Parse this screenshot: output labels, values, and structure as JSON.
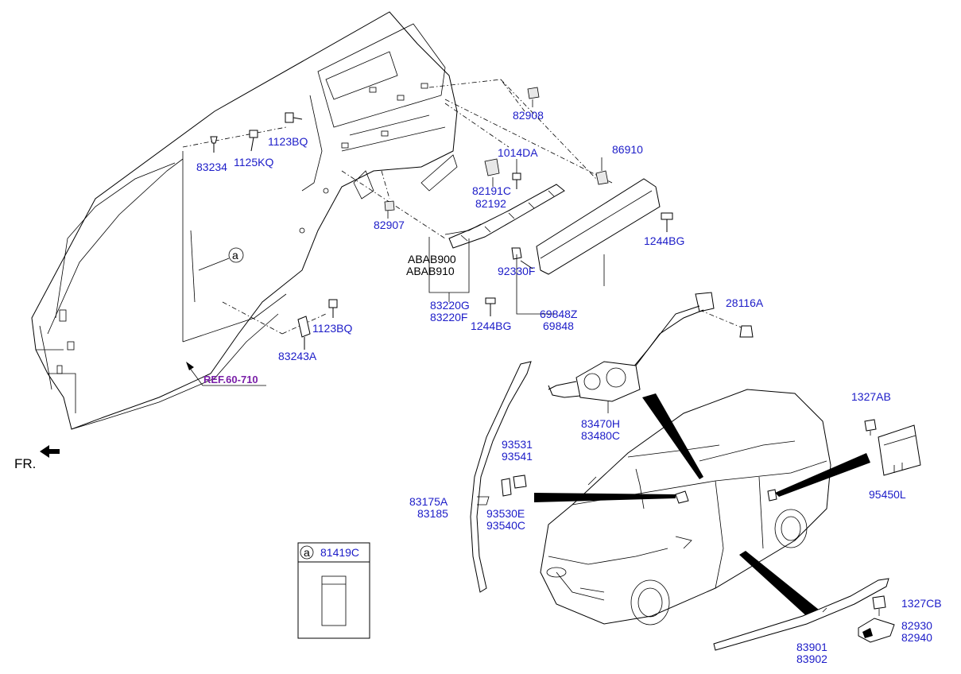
{
  "diagram": {
    "parts": [
      {
        "id": "p82908",
        "codes": [
          "82908"
        ]
      },
      {
        "id": "p86910",
        "codes": [
          "86910"
        ]
      },
      {
        "id": "p1014DA",
        "codes": [
          "1014DA"
        ]
      },
      {
        "id": "p82191C",
        "codes": [
          "82191C",
          "82192"
        ]
      },
      {
        "id": "p1123BQ_top",
        "codes": [
          "1123BQ"
        ]
      },
      {
        "id": "p83234",
        "codes": [
          "83234"
        ]
      },
      {
        "id": "p1125KQ",
        "codes": [
          "1125KQ"
        ]
      },
      {
        "id": "p82907",
        "codes": [
          "82907"
        ]
      },
      {
        "id": "p1244BG_r",
        "codes": [
          "1244BG"
        ]
      },
      {
        "id": "pABAB",
        "codes": [
          "ABAB900",
          "ABAB910"
        ]
      },
      {
        "id": "p92330F",
        "codes": [
          "92330F"
        ]
      },
      {
        "id": "p83220G",
        "codes": [
          "83220G",
          "83220F"
        ]
      },
      {
        "id": "p1244BG_l",
        "codes": [
          "1244BG"
        ]
      },
      {
        "id": "p69848Z",
        "codes": [
          "69848Z",
          "69848"
        ]
      },
      {
        "id": "p28116A",
        "codes": [
          "28116A"
        ]
      },
      {
        "id": "p1123BQ_low",
        "codes": [
          "1123BQ"
        ]
      },
      {
        "id": "p83243A",
        "codes": [
          "83243A"
        ]
      },
      {
        "id": "p83470H",
        "codes": [
          "83470H",
          "83480C"
        ]
      },
      {
        "id": "p1327AB",
        "codes": [
          "1327AB"
        ]
      },
      {
        "id": "p93531",
        "codes": [
          "93531",
          "93541"
        ]
      },
      {
        "id": "p95450L",
        "codes": [
          "95450L"
        ]
      },
      {
        "id": "p83175A",
        "codes": [
          "83175A",
          "83185"
        ]
      },
      {
        "id": "p93530E",
        "codes": [
          "93530E",
          "93540C"
        ]
      },
      {
        "id": "p1327CB",
        "codes": [
          "1327CB"
        ]
      },
      {
        "id": "p82930",
        "codes": [
          "82930",
          "82940"
        ]
      },
      {
        "id": "p83901",
        "codes": [
          "83901",
          "83902"
        ]
      }
    ],
    "reference": "REF.60-710",
    "front_marker": "FR.",
    "callout": {
      "letter": "a",
      "code": "81419C"
    },
    "colors": {
      "part_label": "#1c1cc8",
      "reference_label": "#7a1fa8",
      "line": "#000000"
    }
  }
}
